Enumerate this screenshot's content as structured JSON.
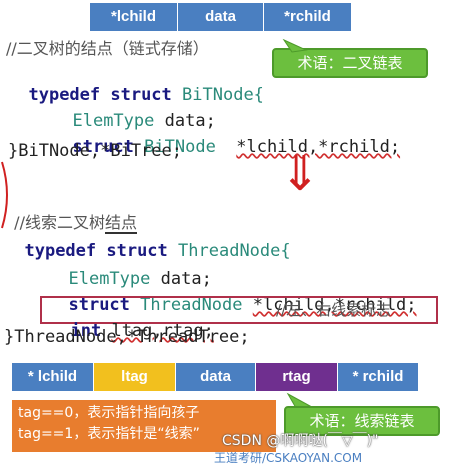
{
  "top_struct": {
    "cells": [
      {
        "label": "*lchild",
        "color": "#4a7fc1"
      },
      {
        "label": "data",
        "color": "#4a7fc1"
      },
      {
        "label": "*rchild",
        "color": "#4a7fc1"
      }
    ]
  },
  "code_block_1": {
    "comment": "//二叉树的结点（链式存储）",
    "line1_kw": "typedef struct",
    "line1_name": "BiTNode{",
    "line2_type": "ElemType",
    "line2_rest": "data;",
    "line3_kw": "struct",
    "line3_type": "BiTNode",
    "line3_rest": "*lchild,*rchild;",
    "line4": "}BiTNode,*BiTree;"
  },
  "bubble_1": {
    "text": "术语：二叉链表"
  },
  "arrow": {
    "glyph": "⇓"
  },
  "code_block_2": {
    "comment_prefix": "//线索二叉树",
    "comment_suffix": "结点",
    "line1_kw": "typedef struct",
    "line1_name": "ThreadNode{",
    "line2_type": "ElemType",
    "line2_rest": "data;",
    "line3_kw": "struct",
    "line3_type": "ThreadNode",
    "line3_rest": "*lchild,*rchild;",
    "line4_kw": "int",
    "line4_rest": "ltag,rtag;",
    "line4_comment": "//左、右线索标志",
    "line5": "}ThreadNode,*ThreadTree;"
  },
  "bottom_struct": {
    "cells": [
      {
        "label": "* lchild",
        "color": "#4a7fc1"
      },
      {
        "label": "ltag",
        "color": "#f2c01e"
      },
      {
        "label": "data",
        "color": "#4a7fc1"
      },
      {
        "label": "rtag",
        "color": "#6f2f8f"
      },
      {
        "label": "* rchild",
        "color": "#4a7fc1"
      }
    ]
  },
  "tag_note": {
    "line1": "tag==0，表示指针指向孩子",
    "line2": "tag==1，表示指针是“线索”"
  },
  "bubble_2": {
    "text": "术语：线索链表"
  },
  "watermark": {
    "csdn": "CSDN @啊啊哒(￣▽￣)\"",
    "bottom": "王道考研/CSKAOYAN.COM"
  },
  "colors": {
    "keyword": "#1a1a80",
    "type": "#2a8a7a",
    "highlight_border": "#b0304a",
    "green_bubble": "#6cbf3e",
    "orange_note": "#e87d2e"
  }
}
